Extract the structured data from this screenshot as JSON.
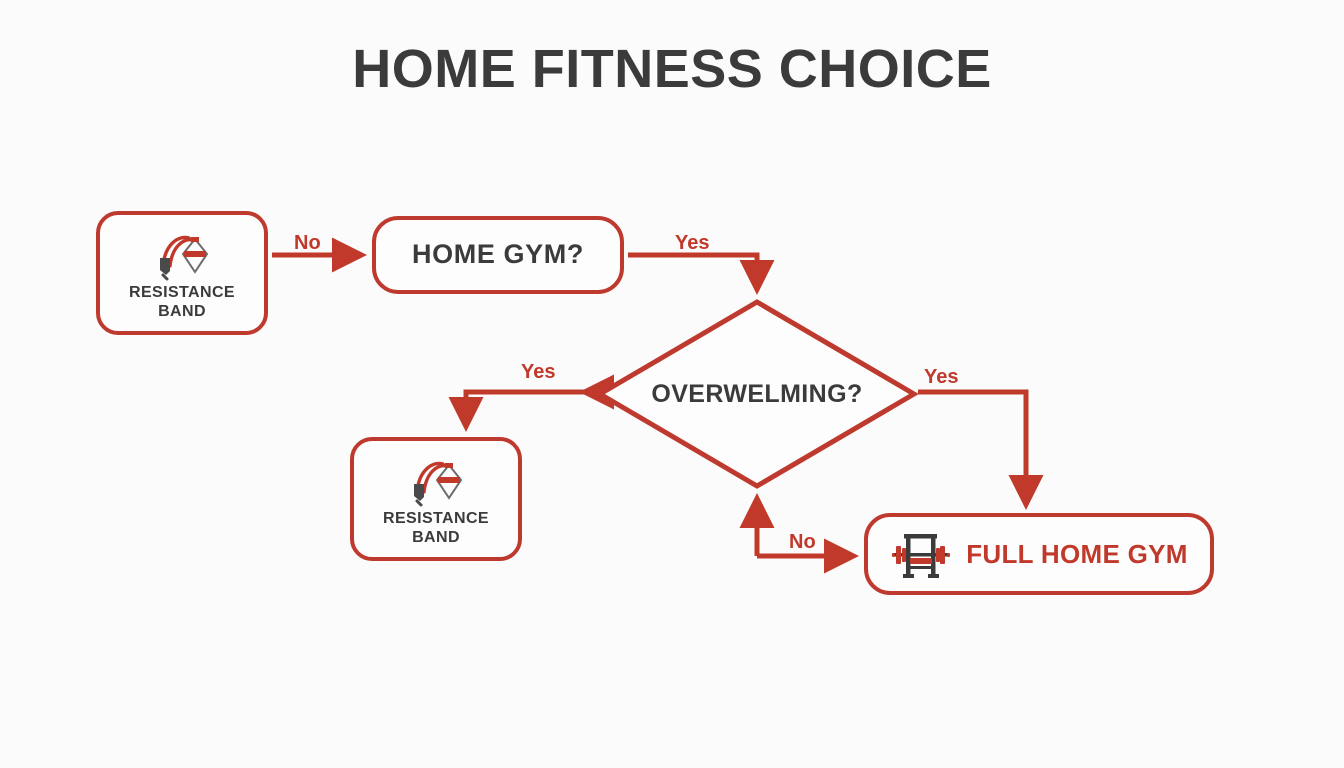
{
  "page": {
    "title": "HOME FITNESS CHOICE",
    "background_color": "#fbfbfb",
    "accent_color": "#c0392b",
    "text_color": "#3b3b3b"
  },
  "nodes": [
    {
      "id": "band-1",
      "shape": "rounded-rect",
      "label_line_1": "RESISTANCE",
      "label_line_2": "BAND",
      "icon": "resistance-band-icon",
      "text_color": "#3b3b3b"
    },
    {
      "id": "home-gym",
      "shape": "rounded-rect",
      "label": "HOME GYM?",
      "text_color": "#3b3b3b"
    },
    {
      "id": "overwhelming",
      "shape": "diamond",
      "label": "OVERWELMING?",
      "text_color": "#3b3b3b"
    },
    {
      "id": "band-2",
      "shape": "rounded-rect",
      "label_line_1": "RESISTANCE",
      "label_line_2": "BAND",
      "icon": "resistance-band-icon",
      "text_color": "#3b3b3b"
    },
    {
      "id": "full-gym",
      "shape": "rounded-rect",
      "label": "FULL HOME GYM",
      "icon": "power-rack-icon",
      "text_color": "#c0392b"
    }
  ],
  "edges": [
    {
      "id": "no-1",
      "label": "No",
      "from": "band-1",
      "to": "home-gym"
    },
    {
      "id": "yes-1",
      "label": "Yes",
      "from": "home-gym",
      "to": "overwhelming"
    },
    {
      "id": "yes-2",
      "label": "Yes",
      "from": "overwhelming",
      "to": "band-2"
    },
    {
      "id": "yes-3",
      "label": "Yes",
      "from": "overwhelming",
      "to": "full-gym"
    },
    {
      "id": "no-2",
      "label": "No",
      "from": "overwhelming",
      "to": "full-gym"
    }
  ]
}
